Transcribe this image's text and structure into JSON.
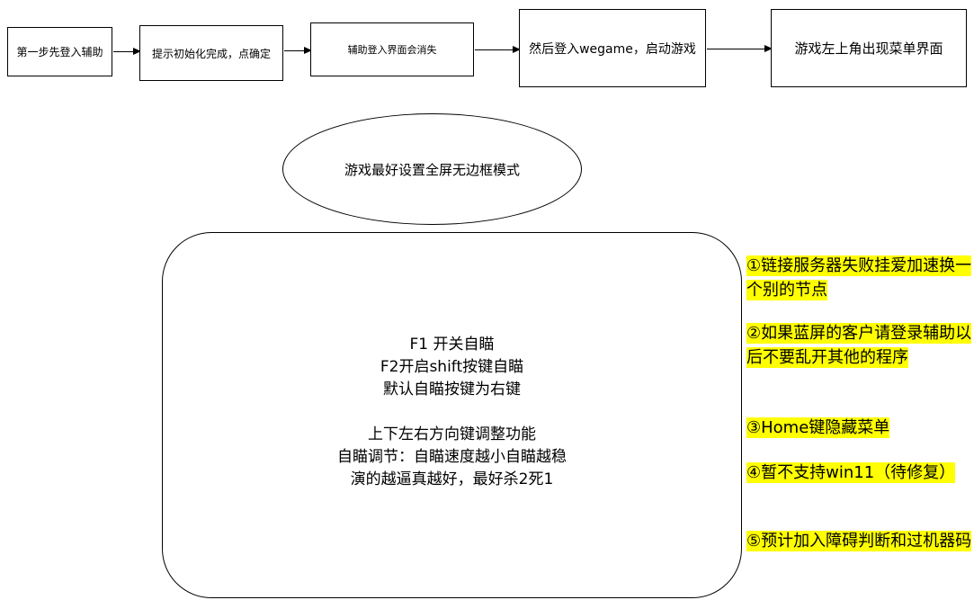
{
  "flowchart": {
    "steps": [
      {
        "label": "第一步先登入辅助"
      },
      {
        "label": "提示初始化完成，点确定"
      },
      {
        "label": "辅助登入界面会消失"
      },
      {
        "label": "然后登入wegame，启动游戏"
      },
      {
        "label": "游戏左上角出现菜单界面"
      }
    ]
  },
  "ellipse": {
    "label": "游戏最好设置全屏无边框模式"
  },
  "main_panel": {
    "lines": [
      "F1 开关自瞄",
      "F2开启shift按键自瞄",
      "默认自瞄按键为右键",
      "",
      "上下左右方向键调整功能",
      "自瞄调节：自瞄速度越小自瞄越稳",
      "演的越逼真越好，最好杀2死1"
    ]
  },
  "notes": {
    "highlight_color": "#ffff00",
    "items": [
      "①链接服务器失败挂爱加速换一个别的节点",
      "②如果蓝屏的客户请登录辅助以后不要乱开其他的程序",
      "③Home键隐藏菜单",
      "④暂不支持win11（待修复）",
      "⑤预计加入障碍判断和过机器码"
    ]
  }
}
